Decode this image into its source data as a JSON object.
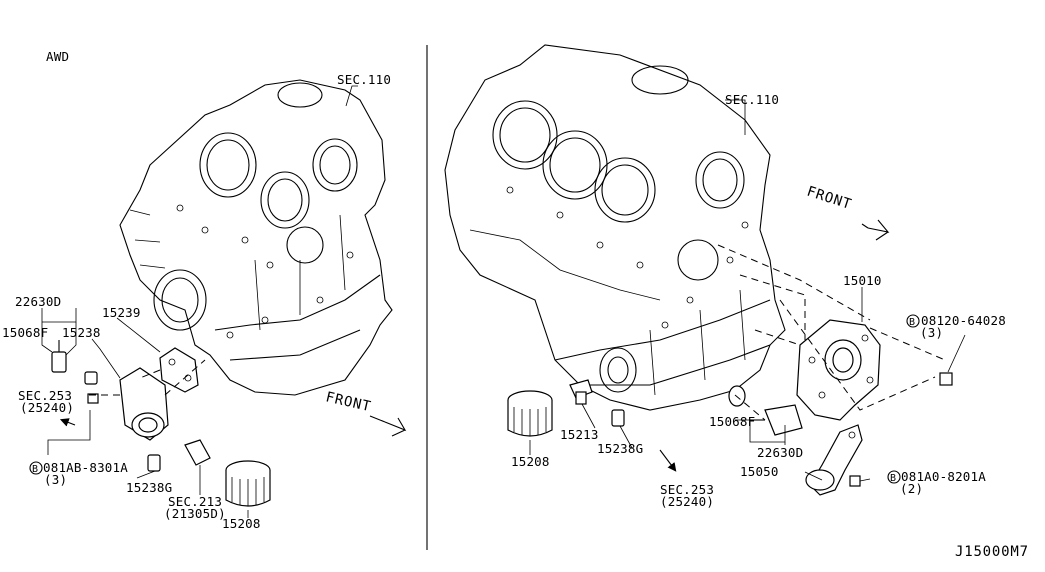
{
  "diagram_id": "J15000M7",
  "left": {
    "variant": "AWD",
    "labels": {
      "sec110": "SEC.110",
      "p22630d": "22630D",
      "p15068f": "15068F",
      "p15238": "15238",
      "p15239": "15239",
      "sec253": "SEC.253",
      "sec253_ref": "(25240)",
      "bolt_code": "081AB-8301A",
      "bolt_qty": "(3)",
      "p15238g": "15238G",
      "sec213": "SEC.213",
      "sec213_ref": "(21305D)",
      "p15208": "15208",
      "front": "FRONT"
    }
  },
  "right": {
    "labels": {
      "sec110": "SEC.110",
      "front": "FRONT",
      "p15010": "15010",
      "bolt_code_top": "08120-64028",
      "bolt_qty_top": "(3)",
      "p15213": "15213",
      "p15238g": "15238G",
      "p15208": "15208",
      "p15068f": "15068F",
      "p22630d": "22630D",
      "p15050": "15050",
      "bolt_code_bottom": "081A0-8201A",
      "bolt_qty_bottom": "(2)",
      "sec253": "SEC.253",
      "sec253_ref": "(25240)"
    }
  },
  "bolt_symbol": "B",
  "colors": {
    "line": "#000000",
    "background": "#ffffff"
  }
}
